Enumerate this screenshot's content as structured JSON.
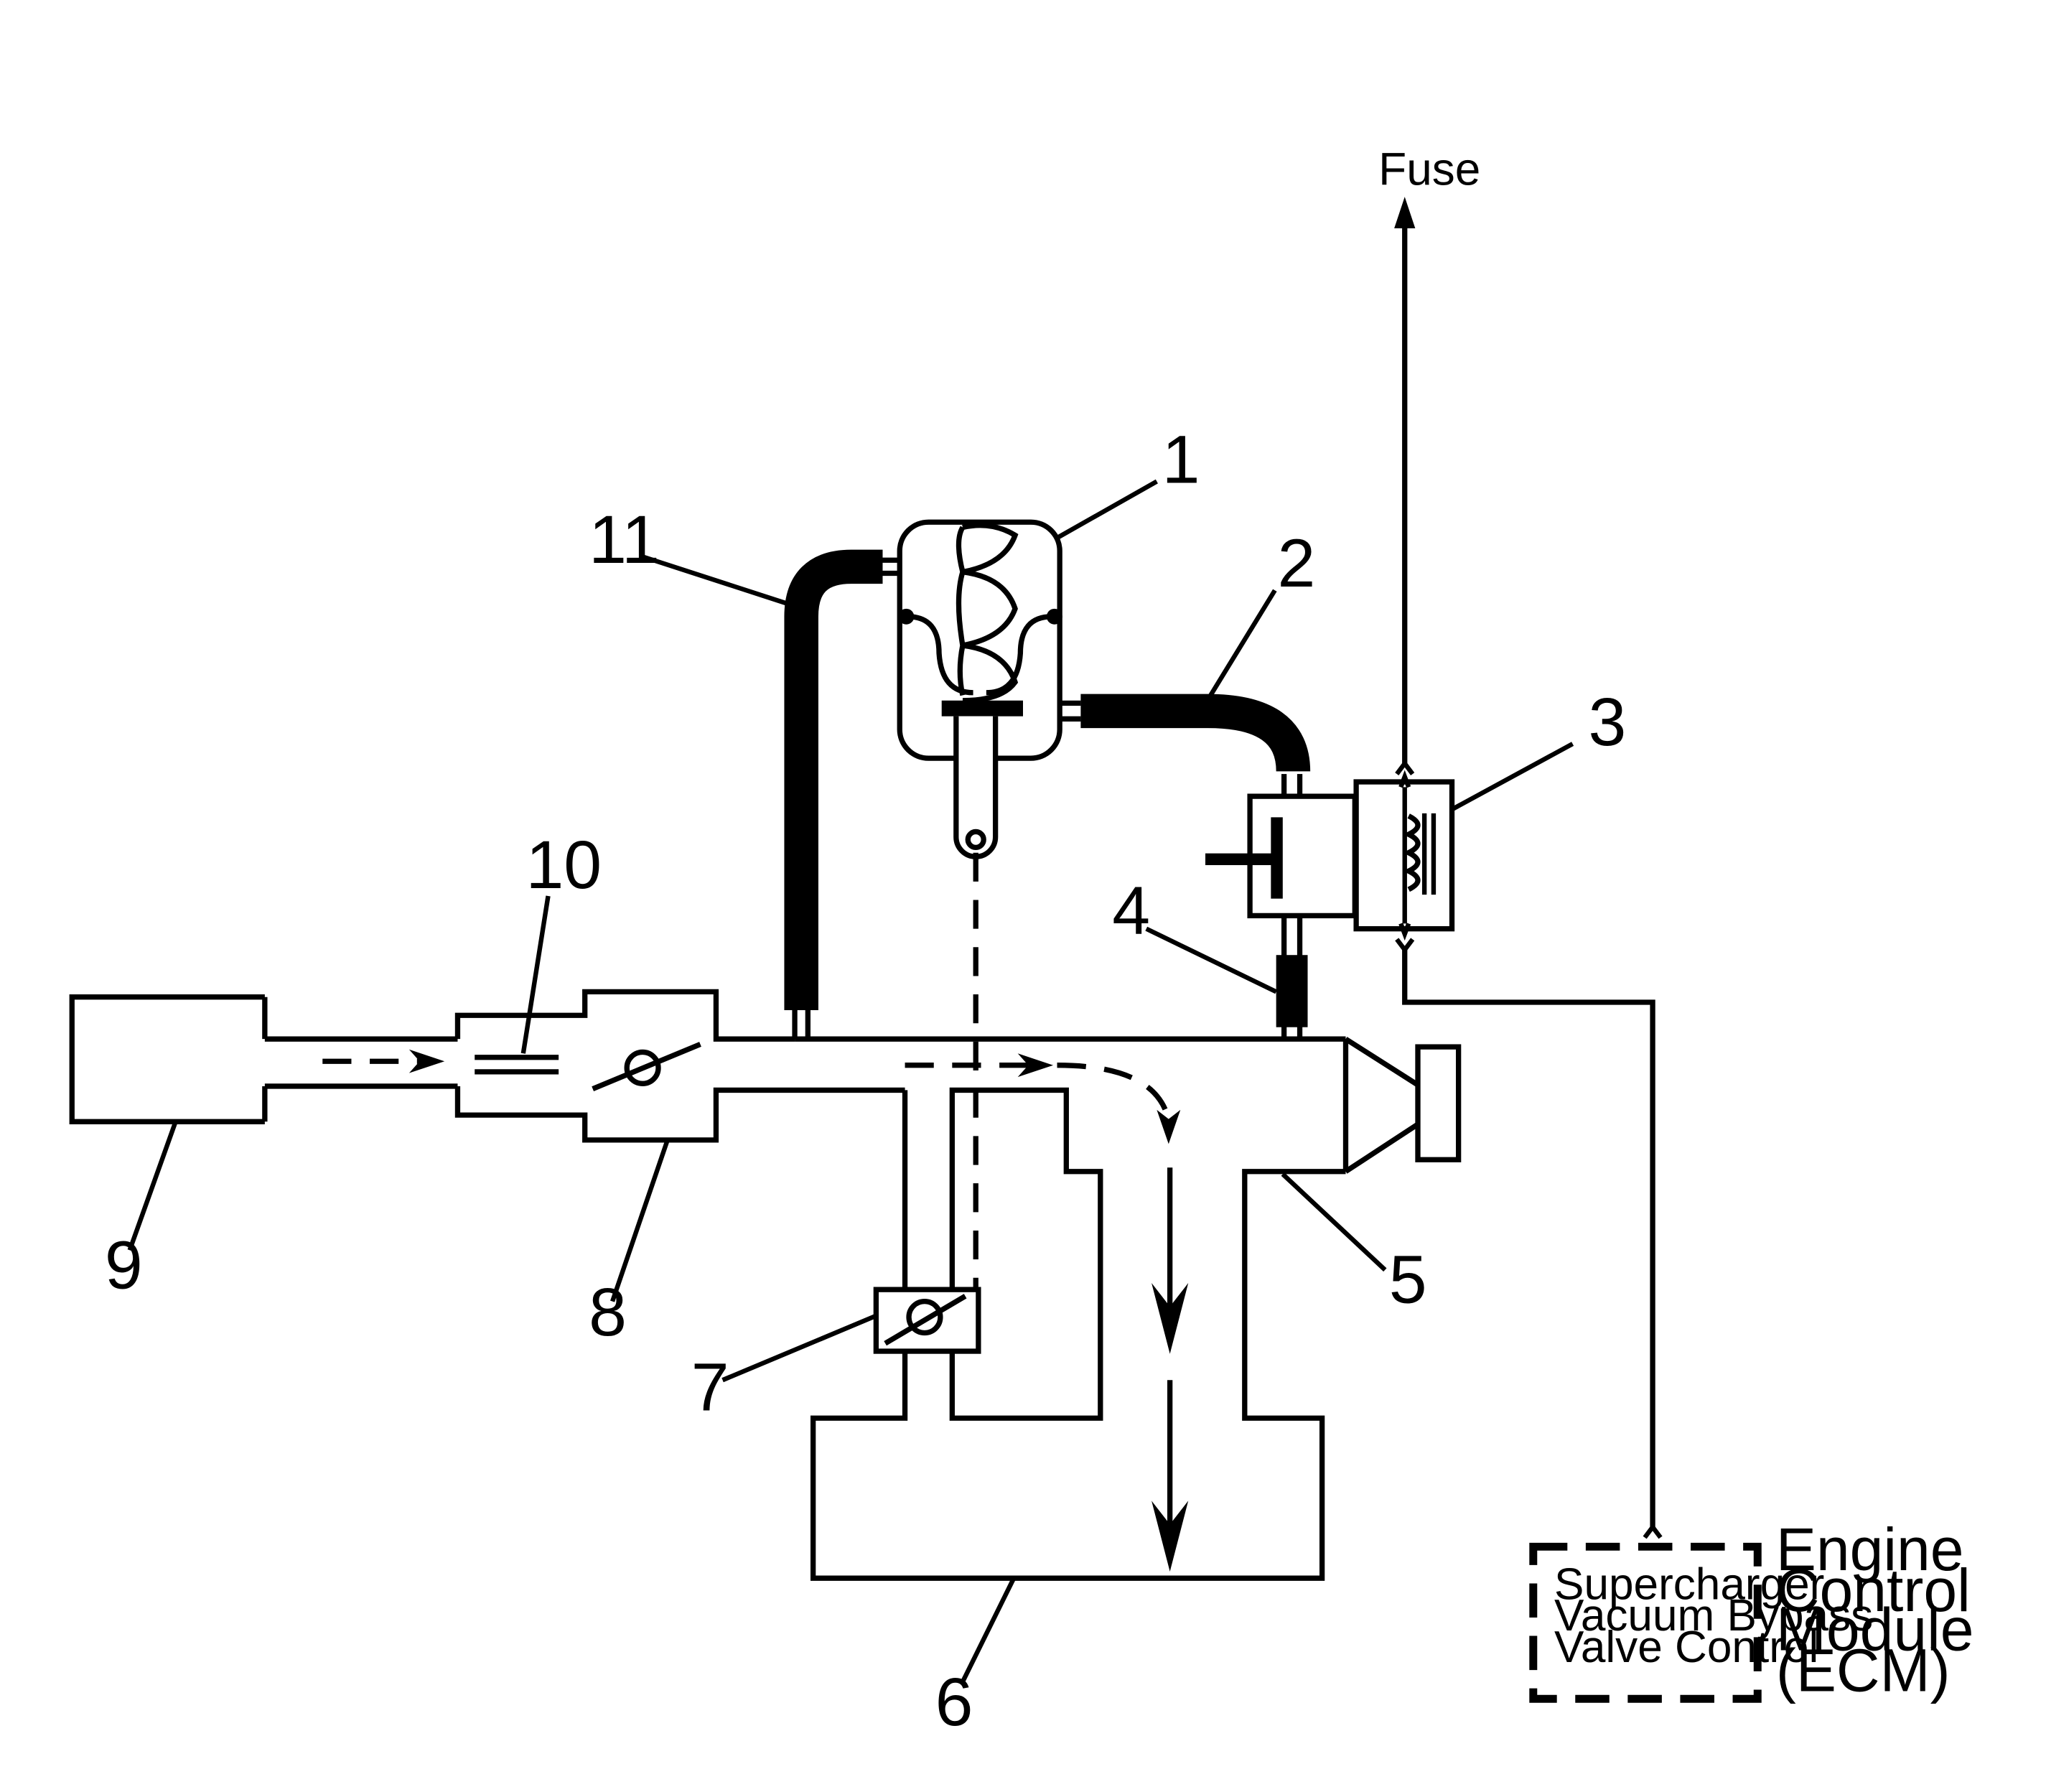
{
  "callouts": {
    "c1": "1",
    "c2": "2",
    "c3": "3",
    "c4": "4",
    "c5": "5",
    "c6": "6",
    "c7": "7",
    "c8": "8",
    "c9": "9",
    "c10": "10",
    "c11": "11"
  },
  "fuse_label": "Fuse",
  "ecm": {
    "inner": [
      "Supercharger",
      "Vacuum Bypass",
      "Valve Control"
    ],
    "title": [
      "Engine",
      "Control",
      "Module",
      "(ECM)"
    ]
  }
}
